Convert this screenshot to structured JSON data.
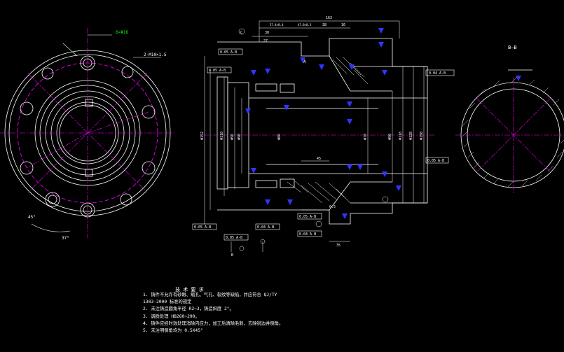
{
  "views": {
    "left": {
      "callouts": [
        "6×Φ16",
        "2-M10×1.5",
        "37°",
        "45°"
      ]
    },
    "section": {
      "section_label": "A",
      "dims_top": [
        "163",
        "30",
        "38",
        "27",
        "16",
        "47.8×8.3",
        "57.4×8.4"
      ],
      "tol_frames": [
        "0.05 A-B",
        "0.05 A-B",
        "0.04 A-B",
        "0.05 A-B",
        "0.05 A-B",
        "0.04 A-B",
        "0.05 A-B",
        "0.04 A-B",
        "0.05 A-B"
      ],
      "dims_left": [
        "Φ152",
        "Φ118",
        "Φ96",
        "Φ90",
        "Φ86"
      ],
      "dims_right": [
        "Φ78",
        "Φ90",
        "Φ118",
        "Φ128",
        "Φ150"
      ],
      "dims_bottom": [
        "45",
        "0.5",
        "35"
      ],
      "datums": [
        "B",
        "C"
      ]
    },
    "right": {
      "section_label": "B—B"
    }
  },
  "notes": {
    "title": "技 术 要 求",
    "lines": [
      "1. 铸件不允许有砂眼、缩孔、气孔、裂纹等缺陷，并应符合  QJ/TY",
      "  1303-2000 标准的规定",
      "2. 未注铸造圆角半径 R2~3，铸造斜度  2°。",
      "3. 调质处理 HB260~290。",
      "4. 铸件应经时效处理消除内应力，加工后清除毛刺，去除锐边并倒角。",
      "5. 未注明倒角均为 0.5X45°"
    ]
  },
  "colors": {
    "line": "#ffffff",
    "center": "#ff00ff",
    "marker": "#3333ff",
    "callout": "#00ff00"
  }
}
